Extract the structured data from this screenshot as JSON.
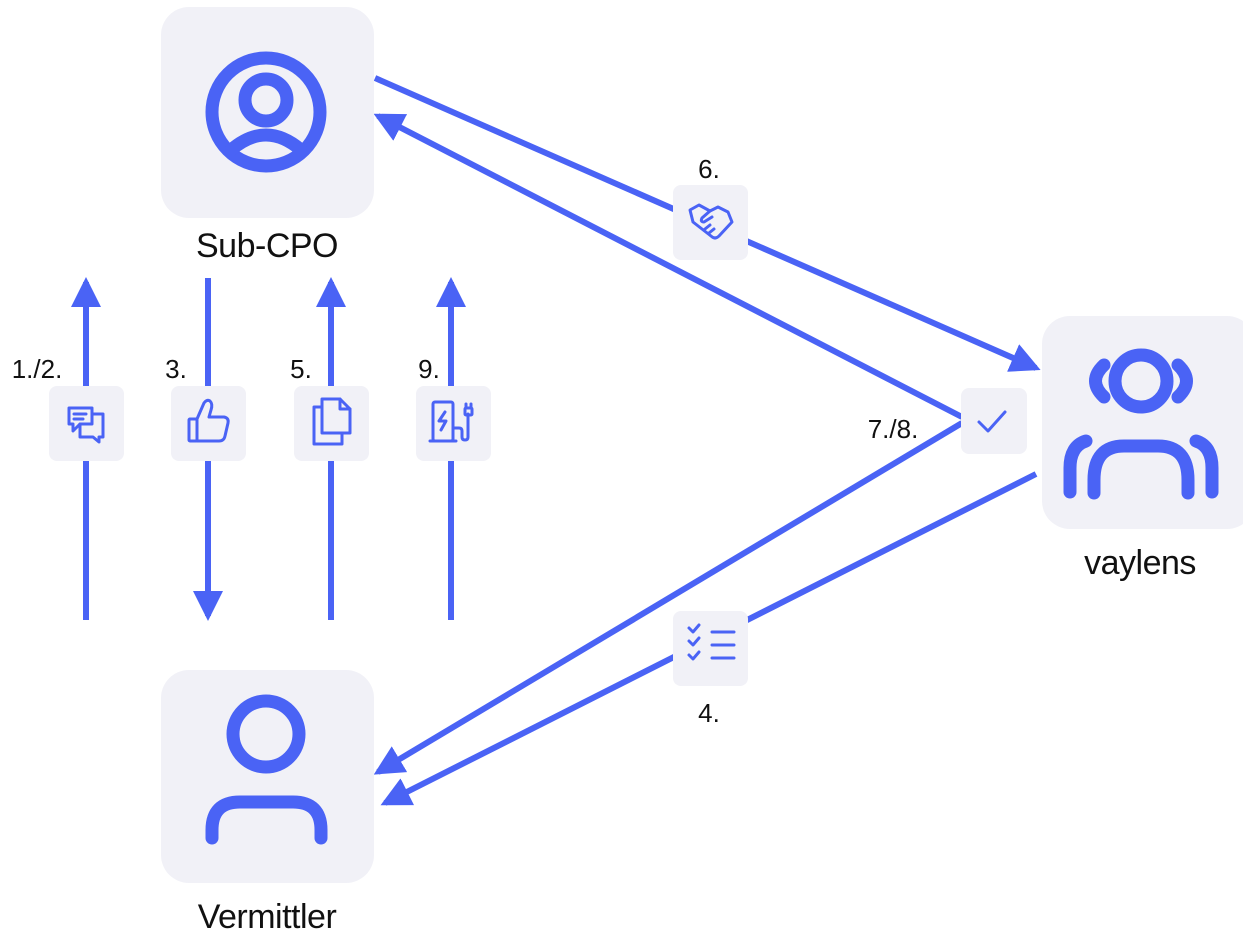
{
  "entities": {
    "sub_cpo": {
      "label": "Sub-CPO",
      "icon": "user-circle-icon"
    },
    "vermittler": {
      "label": "Vermittler",
      "icon": "user-icon"
    },
    "vaylens": {
      "label": "vaylens",
      "icon": "users-group-icon"
    }
  },
  "steps": {
    "s1_2": {
      "label": "1./2.",
      "icon": "chat-bubbles-icon"
    },
    "s3": {
      "label": "3.",
      "icon": "thumbs-up-icon"
    },
    "s4": {
      "label": "4.",
      "icon": "checklist-icon"
    },
    "s5": {
      "label": "5.",
      "icon": "documents-icon"
    },
    "s6": {
      "label": "6.",
      "icon": "handshake-icon"
    },
    "s7_8": {
      "label": "7./8.",
      "icon": "check-icon"
    },
    "s9": {
      "label": "9.",
      "icon": "charging-station-icon"
    }
  },
  "colors": {
    "arrow": "#4a63f5",
    "tile_bg": "#f1f1f7",
    "icon": "#4a63f5",
    "text": "#111111"
  }
}
